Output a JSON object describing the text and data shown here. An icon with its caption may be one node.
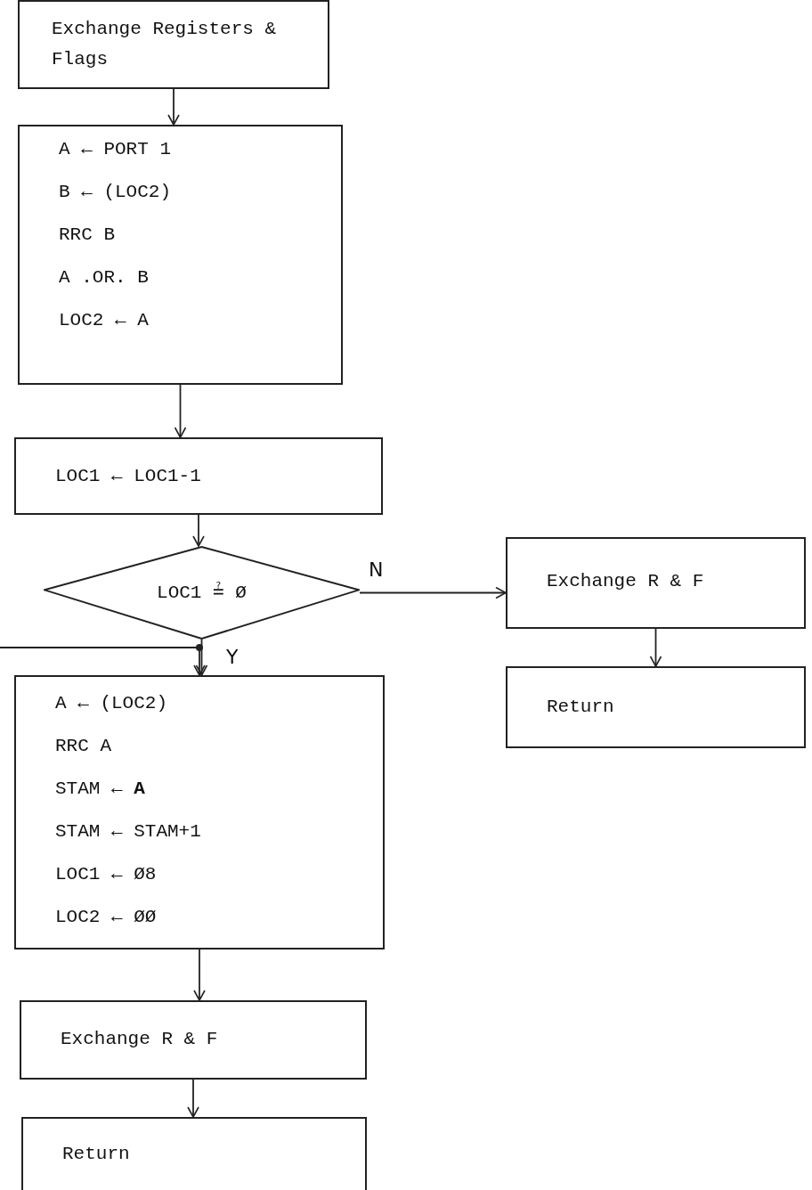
{
  "diagram": {
    "nodes": [
      {
        "text": [
          "Exchange Registers & Flags"
        ]
      },
      {
        "text": [
          "A ← PORT 1",
          "B ← (LOC2)",
          "RRC B",
          "A .OR. B",
          "LOC2 ← A"
        ]
      },
      {
        "text": [
          "LOC1 ← LOC1-1"
        ]
      },
      {
        "text": [
          "LOC1 ≟ Ø"
        ]
      },
      {
        "text": [
          "Exchange R & F"
        ]
      },
      {
        "text": [
          "Return"
        ]
      },
      {
        "text": [
          "A ← (LOC2)",
          "RRC A",
          "STAM ← **A**",
          "STAM ← STAM+1",
          "LOC1 ← Ø8",
          "LOC2 ← ØØ"
        ]
      },
      {
        "text": [
          "Exchange R & F"
        ]
      },
      {
        "text": [
          "Return"
        ]
      }
    ],
    "edges": [
      {
        "from": 0,
        "to": 1,
        "arrow": "to"
      },
      {
        "from": 1,
        "to": 2,
        "arrow": "to"
      },
      {
        "from": 2,
        "to": 3,
        "arrow": "to"
      },
      {
        "from": 3,
        "to": 4,
        "arrow": "to",
        "label": "N"
      },
      {
        "from": 4,
        "to": 5,
        "arrow": "to"
      },
      {
        "from": 3,
        "to": 6,
        "arrow": "to",
        "label": "Y"
      },
      {
        "from": null,
        "to": 6,
        "arrow": "to"
      },
      {
        "from": 6,
        "to": 7,
        "arrow": "to"
      },
      {
        "from": 7,
        "to": 8,
        "arrow": "to"
      }
    ]
  }
}
